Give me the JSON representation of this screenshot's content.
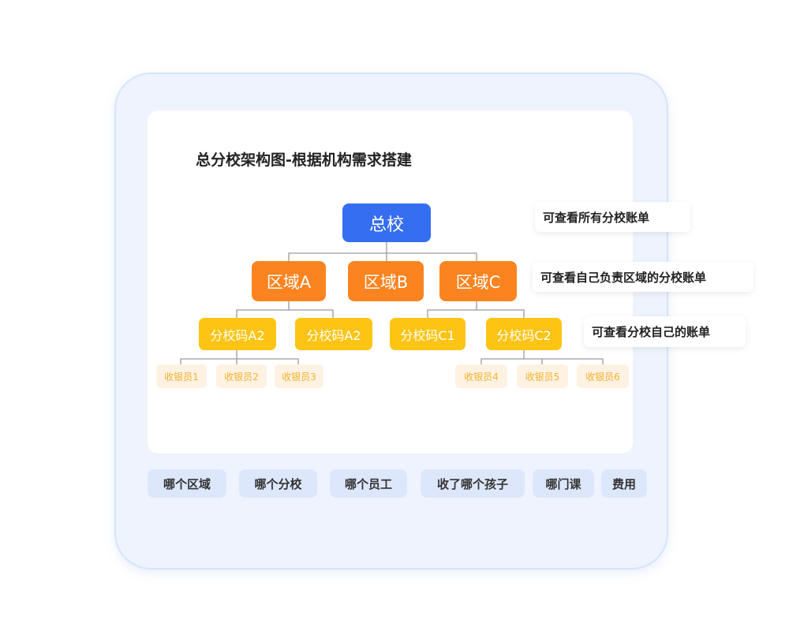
{
  "title": "总分校架构图-根据机构需求搭建",
  "root": "总校",
  "regions": [
    "区域A",
    "区域B",
    "区域C"
  ],
  "branches": [
    "分校码A2",
    "分校码A2",
    "分校码C1",
    "分校码C2"
  ],
  "cashiers": [
    "收银员1",
    "收银员2",
    "收银员3",
    "收银员4",
    "收银员5",
    "收银员6"
  ],
  "annotations": [
    "可查看所有分校账单",
    "可查看自己负责区域的分校账单",
    "可查看分校自己的账单"
  ],
  "tags": [
    "哪个区域",
    "哪个分校",
    "哪个员工",
    "收了哪个孩子",
    "哪门课",
    "费用"
  ],
  "colors": {
    "root": "#356ef0",
    "region": "#fb8420",
    "branch": "#fdc414",
    "cashier_bg": "#fff2e3",
    "tag_bg": "#dde7fc"
  }
}
